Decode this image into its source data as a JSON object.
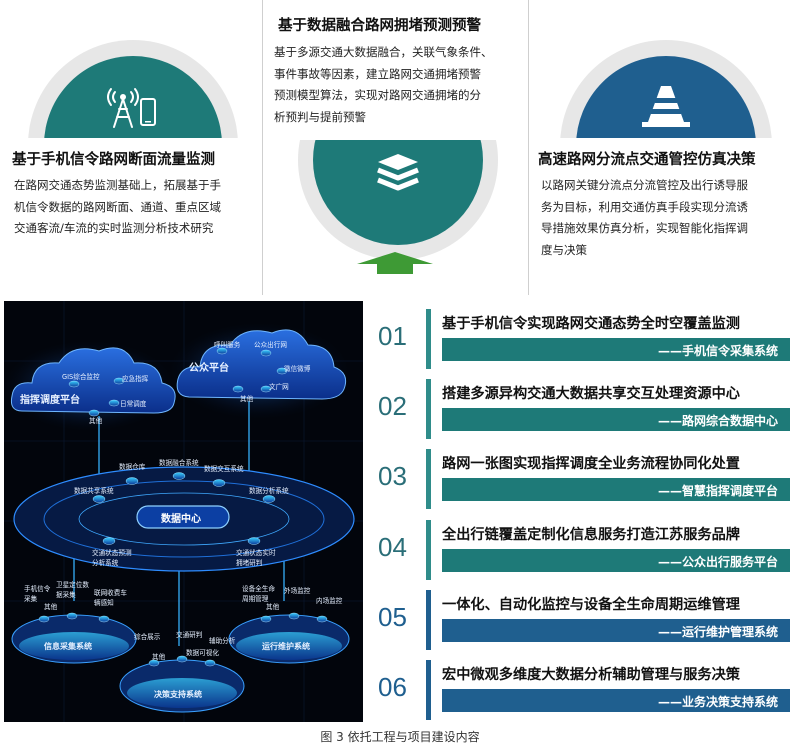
{
  "top": {
    "left": {
      "title": "基于手机信令路网断面流量监测",
      "lines": [
        "在路网交通态势监测基础上，拓展基于手",
        "机信令数据的路网断面、通道、重点区域",
        "交通客流/车流的实时监测分析技术研究"
      ],
      "icon": "cell-tower-phone-icon",
      "color": "#1e7a78"
    },
    "center": {
      "title": "基于数据融合路网拥堵预测预警",
      "lines": [
        "基于多源交通大数据融合，关联气象条件、",
        "事件事故等因素，建立路网交通拥堵预警",
        "预测模型算法，实现对路网交通拥堵的分",
        "析预判与提前预警"
      ],
      "icon": "layers-stack-icon",
      "color": "#1e7a78"
    },
    "right": {
      "title": "高速路网分流点交通管控仿真决策",
      "lines": [
        "以路网关键分流点分流管控及出行诱导服",
        "务为目标，利用交通仿真手段实现分流诱",
        "导措施效果仿真分析，实现智能化指挥调",
        "度与决策"
      ],
      "icon": "traffic-cone-icon",
      "color": "#1f5f8f"
    }
  },
  "diagram": {
    "cloud_left": {
      "title": "指挥调度平台",
      "items": [
        "GIS综合监控",
        "应急指挥",
        "日常调度",
        "其他"
      ]
    },
    "cloud_right": {
      "title": "公众平台",
      "items": [
        "呼叫服务",
        "公众出行网",
        "微信微博",
        "文广网",
        "其他"
      ]
    },
    "middle": {
      "top_items": [
        "数据仓库",
        "数据融合系统",
        "数据交互系统",
        "数据共享系统",
        "数据分析系统"
      ],
      "center": "数据中心",
      "bottom_items": [
        "交通状态预测分析系统",
        "交通状态实时拥堵研判"
      ]
    },
    "bottom_left": {
      "title": "信息采集系统",
      "items": [
        "手机信令采集",
        "卫星定位数据采集",
        "联网收费车辆感知",
        "其他"
      ]
    },
    "bottom_right": {
      "title": "运行维护系统",
      "items": [
        "设备全生命周期管理",
        "外场监控",
        "内场监控",
        "其他"
      ]
    },
    "bottom_center": {
      "title": "决策支持系统",
      "items": [
        "综合展示",
        "交通研判",
        "辅助分析",
        "其他",
        "数据可视化"
      ]
    }
  },
  "items": [
    {
      "num": "01",
      "title": "基于手机信令实现路网交通态势全时空覆盖监测",
      "sub": "——手机信令采集系统",
      "color": "#1e7a78"
    },
    {
      "num": "02",
      "title": "搭建多源异构交通大数据共享交互处理资源中心",
      "sub": "——路网综合数据中心",
      "color": "#1e7a78"
    },
    {
      "num": "03",
      "title": "路网一张图实现指挥调度全业务流程协同化处置",
      "sub": "——智慧指挥调度平台",
      "color": "#1e7a78"
    },
    {
      "num": "04",
      "title": "全出行链覆盖定制化信息服务打造江苏服务品牌",
      "sub": "——公众出行服务平台",
      "color": "#1e7a78"
    },
    {
      "num": "05",
      "title": "一体化、自动化监控与设备全生命周期运维管理",
      "sub": "——运行维护管理系统",
      "color": "#1f5f8f"
    },
    {
      "num": "06",
      "title": "宏中微观多维度大数据分析辅助管理与服务决策",
      "sub": "——业务决策支持系统",
      "color": "#1f5f8f"
    }
  ],
  "caption": "图 3 依托工程与项目建设内容"
}
